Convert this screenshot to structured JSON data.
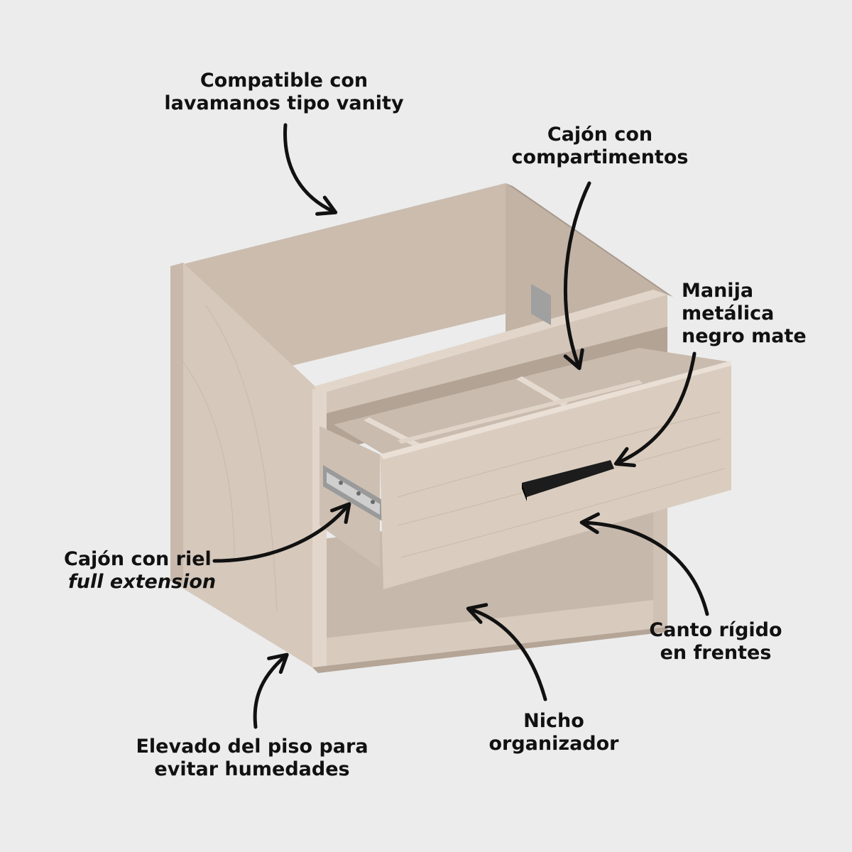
{
  "colors": {
    "background": "#ececec",
    "wood_light": "#ddd0c4",
    "wood_mid": "#cbbcae",
    "wood_dark": "#b9a899",
    "wood_shadow": "#a8978a",
    "interior": "#c4b6a9",
    "metal_rail": "#9a9a9a",
    "handle": "#1c1c1c",
    "arrow": "#111111",
    "text": "#111111"
  },
  "icons": [
    "arrow-icon",
    "drawer-rail-icon",
    "handle-icon"
  ],
  "callouts": {
    "vanity": {
      "line1": "Compatible con",
      "line2": "lavamanos tipo vanity"
    },
    "compartments": {
      "line1": "Cajón con",
      "line2": "compartimentos"
    },
    "handle": {
      "line1": "Manija",
      "line2": "metálica",
      "line3": "negro mate"
    },
    "rail": {
      "line1": "Cajón con riel",
      "line2": "full extension"
    },
    "edge": {
      "line1": "Canto rígido",
      "line2": "en frentes"
    },
    "elevated": {
      "line1": "Elevado del piso para",
      "line2": "evitar humedades"
    },
    "niche": {
      "line1": "Nicho",
      "line2": "organizador"
    }
  }
}
